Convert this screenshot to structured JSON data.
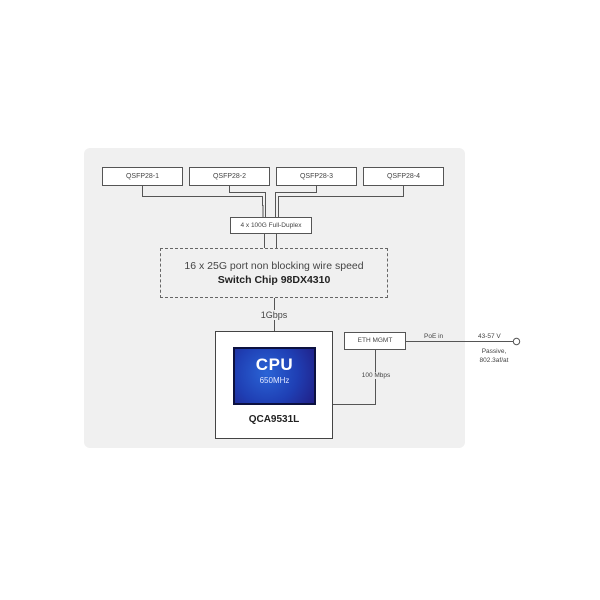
{
  "ports": [
    {
      "label": "QSFP28-1"
    },
    {
      "label": "QSFP28-2"
    },
    {
      "label": "QSFP28-3"
    },
    {
      "label": "QSFP28-4"
    }
  ],
  "duplex": {
    "label": "4 x 100G Full-Duplex"
  },
  "switch": {
    "line1": "16 x 25G port non blocking wire speed",
    "line2": "Switch Chip 98DX4310"
  },
  "uplink": {
    "label": "1Gbps"
  },
  "cpu": {
    "title": "CPU",
    "frequency": "650MHz",
    "model": "QCA9531L",
    "chip_colors": [
      "#2a64d6",
      "#1f3fb4",
      "#211f86"
    ]
  },
  "mgmt": {
    "label": "ETH MGMT",
    "link_label": "100 Mbps",
    "poe_label": "PoE in",
    "voltage_label": "43-57 V",
    "passive_line1": "Passive,",
    "passive_line2": "802.3af/at"
  }
}
